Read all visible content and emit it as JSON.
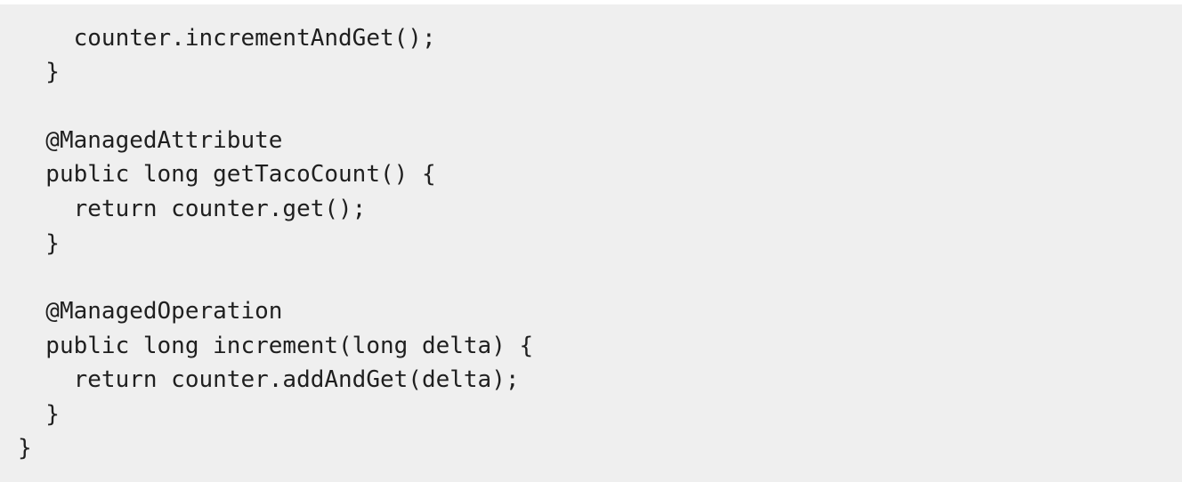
{
  "code": {
    "lines": [
      "    counter.incrementAndGet();",
      "  }",
      "",
      "  @ManagedAttribute",
      "  public long getTacoCount() {",
      "    return counter.get();",
      "  }",
      "",
      "  @ManagedOperation",
      "  public long increment(long delta) {",
      "    return counter.addAndGet(delta);",
      "  }",
      "}"
    ]
  }
}
